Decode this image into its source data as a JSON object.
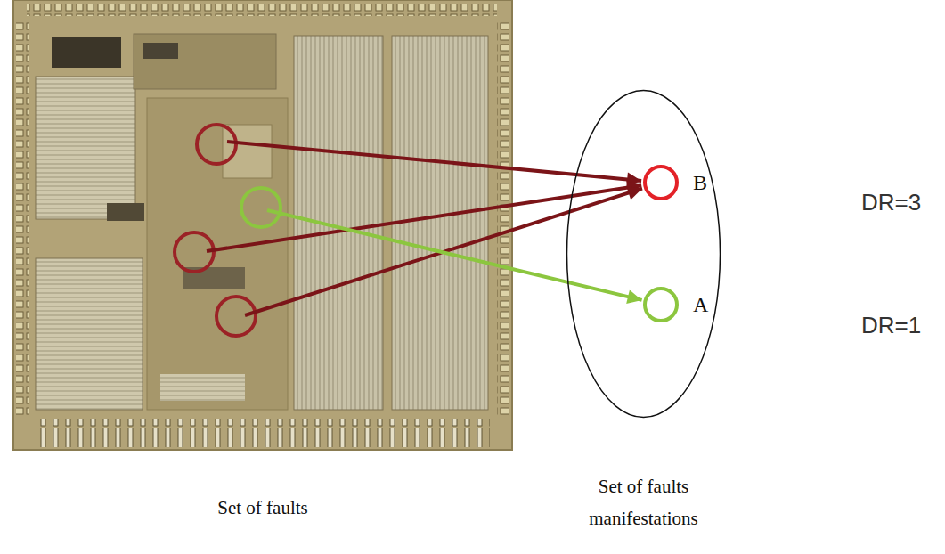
{
  "diagram": {
    "nodes": [
      {
        "text": [
          "Set of faults"
        ]
      },
      {
        "text": [
          "Set of faults manifestations"
        ]
      },
      {
        "text": [
          "B"
        ],
        "in": 1
      },
      {
        "text": [
          "A"
        ],
        "in": 1
      }
    ],
    "edges": [
      {
        "from": 0,
        "to": 2,
        "arrow": "to"
      },
      {
        "from": 0,
        "to": 2,
        "arrow": "to"
      },
      {
        "from": 0,
        "to": 2,
        "arrow": "to"
      },
      {
        "from": 0,
        "to": 3,
        "arrow": "to"
      }
    ],
    "labels": [
      "DR=3",
      "DR=1"
    ]
  }
}
